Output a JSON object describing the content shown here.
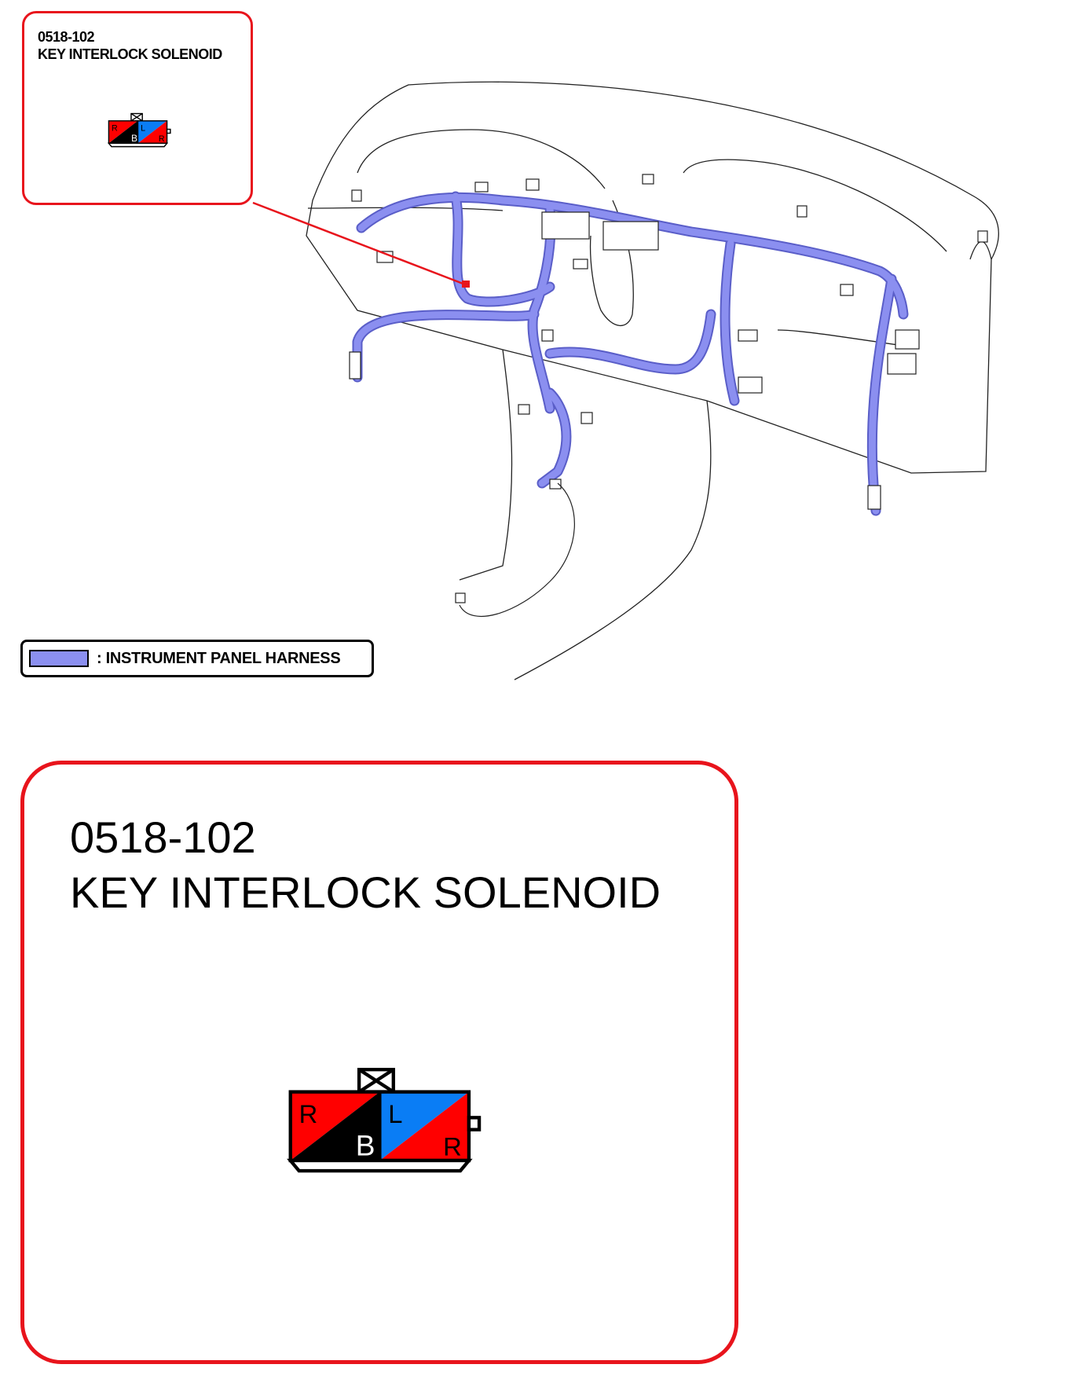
{
  "callout_small": {
    "code": "0518-102",
    "name": "KEY INTERLOCK SOLENOID"
  },
  "callout_large": {
    "code": "0518-102",
    "name": "KEY INTERLOCK SOLENOID"
  },
  "legend": {
    "label": ": INSTRUMENT PANEL HARNESS",
    "color": "#8b8ff0"
  },
  "connector": {
    "pins": {
      "top_left": "R",
      "bottom_left": "B",
      "top_right": "L",
      "bottom_right": "R"
    },
    "colors": {
      "red": "#ff0000",
      "black": "#000000",
      "blue": "#0a7df5"
    }
  },
  "colors": {
    "callout_border": "#e8141c",
    "harness": "#8b8ff0",
    "harness_edge": "#5a5ec8"
  }
}
